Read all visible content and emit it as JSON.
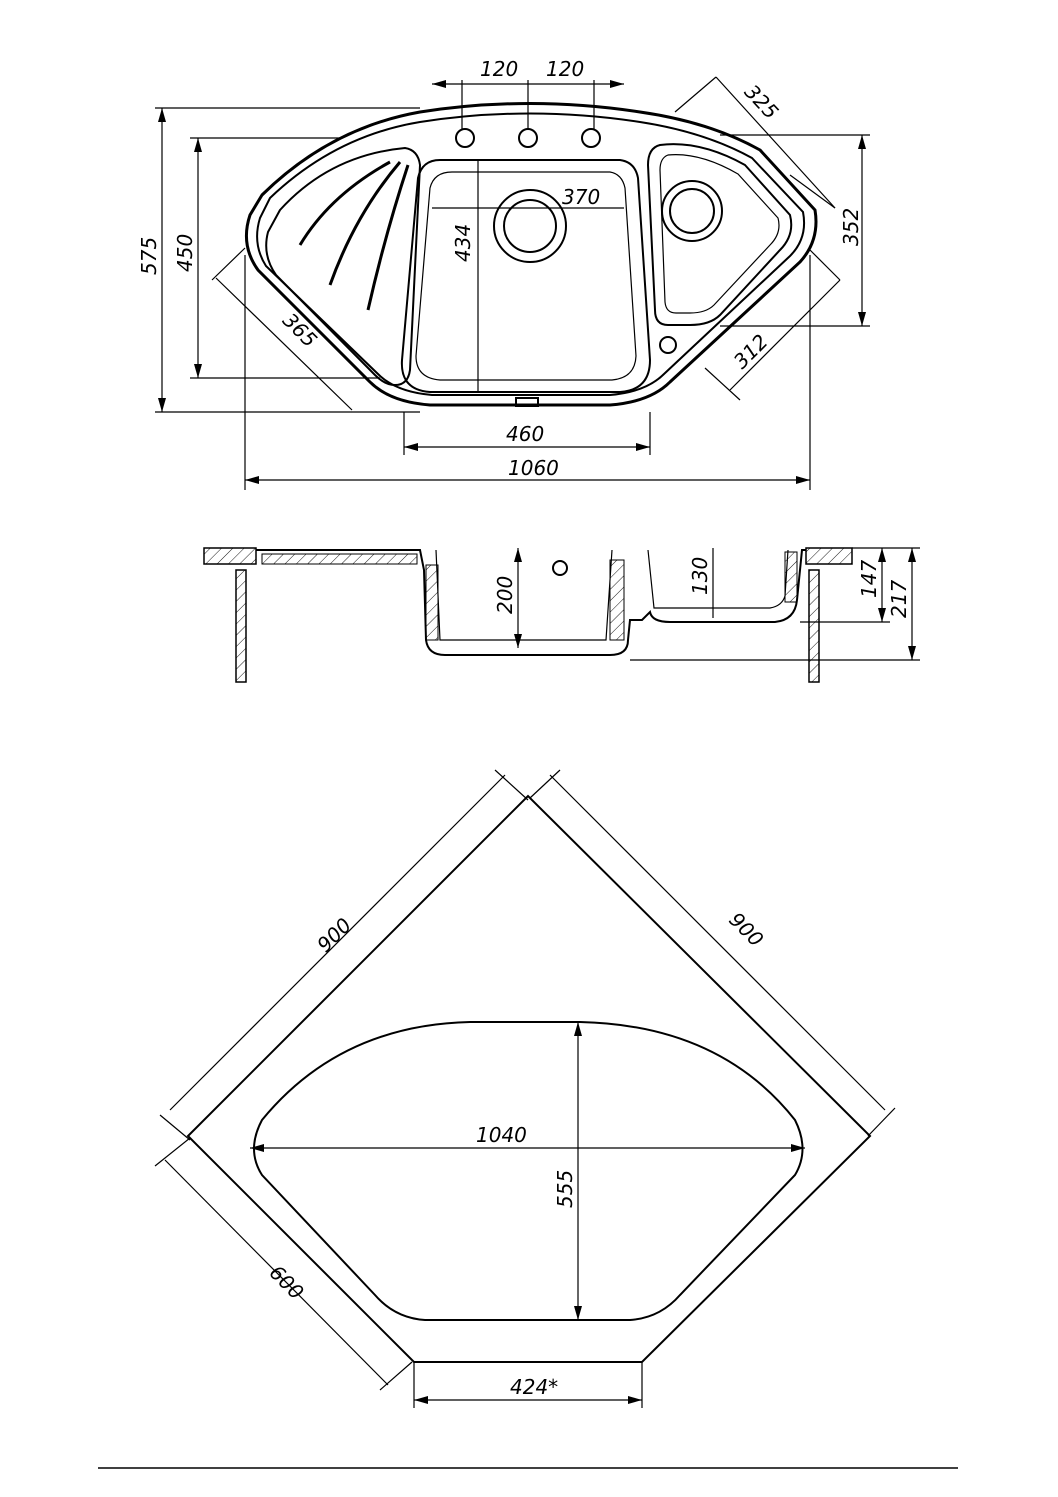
{
  "top_view": {
    "dims": {
      "hole_spacing_left": "120",
      "hole_spacing_right": "120",
      "small_bowl_edge": "325",
      "main_bowl_width": "370",
      "main_bowl_depth": "434",
      "overall_depth": "575",
      "inner_depth": "450",
      "small_bowl_depth": "352",
      "drainer_edge": "365",
      "small_bowl_side": "312",
      "front_width": "460",
      "overall_width": "1060"
    }
  },
  "section_view": {
    "dims": {
      "main_bowl_height": "200",
      "small_bowl_height": "130",
      "small_bowl_total": "147",
      "total_height": "217"
    }
  },
  "cutout_view": {
    "dims": {
      "cabinet_left": "900",
      "cabinet_right": "900",
      "cutout_width": "1040",
      "cutout_depth": "555",
      "side_600": "600",
      "front_424": "424*"
    }
  }
}
